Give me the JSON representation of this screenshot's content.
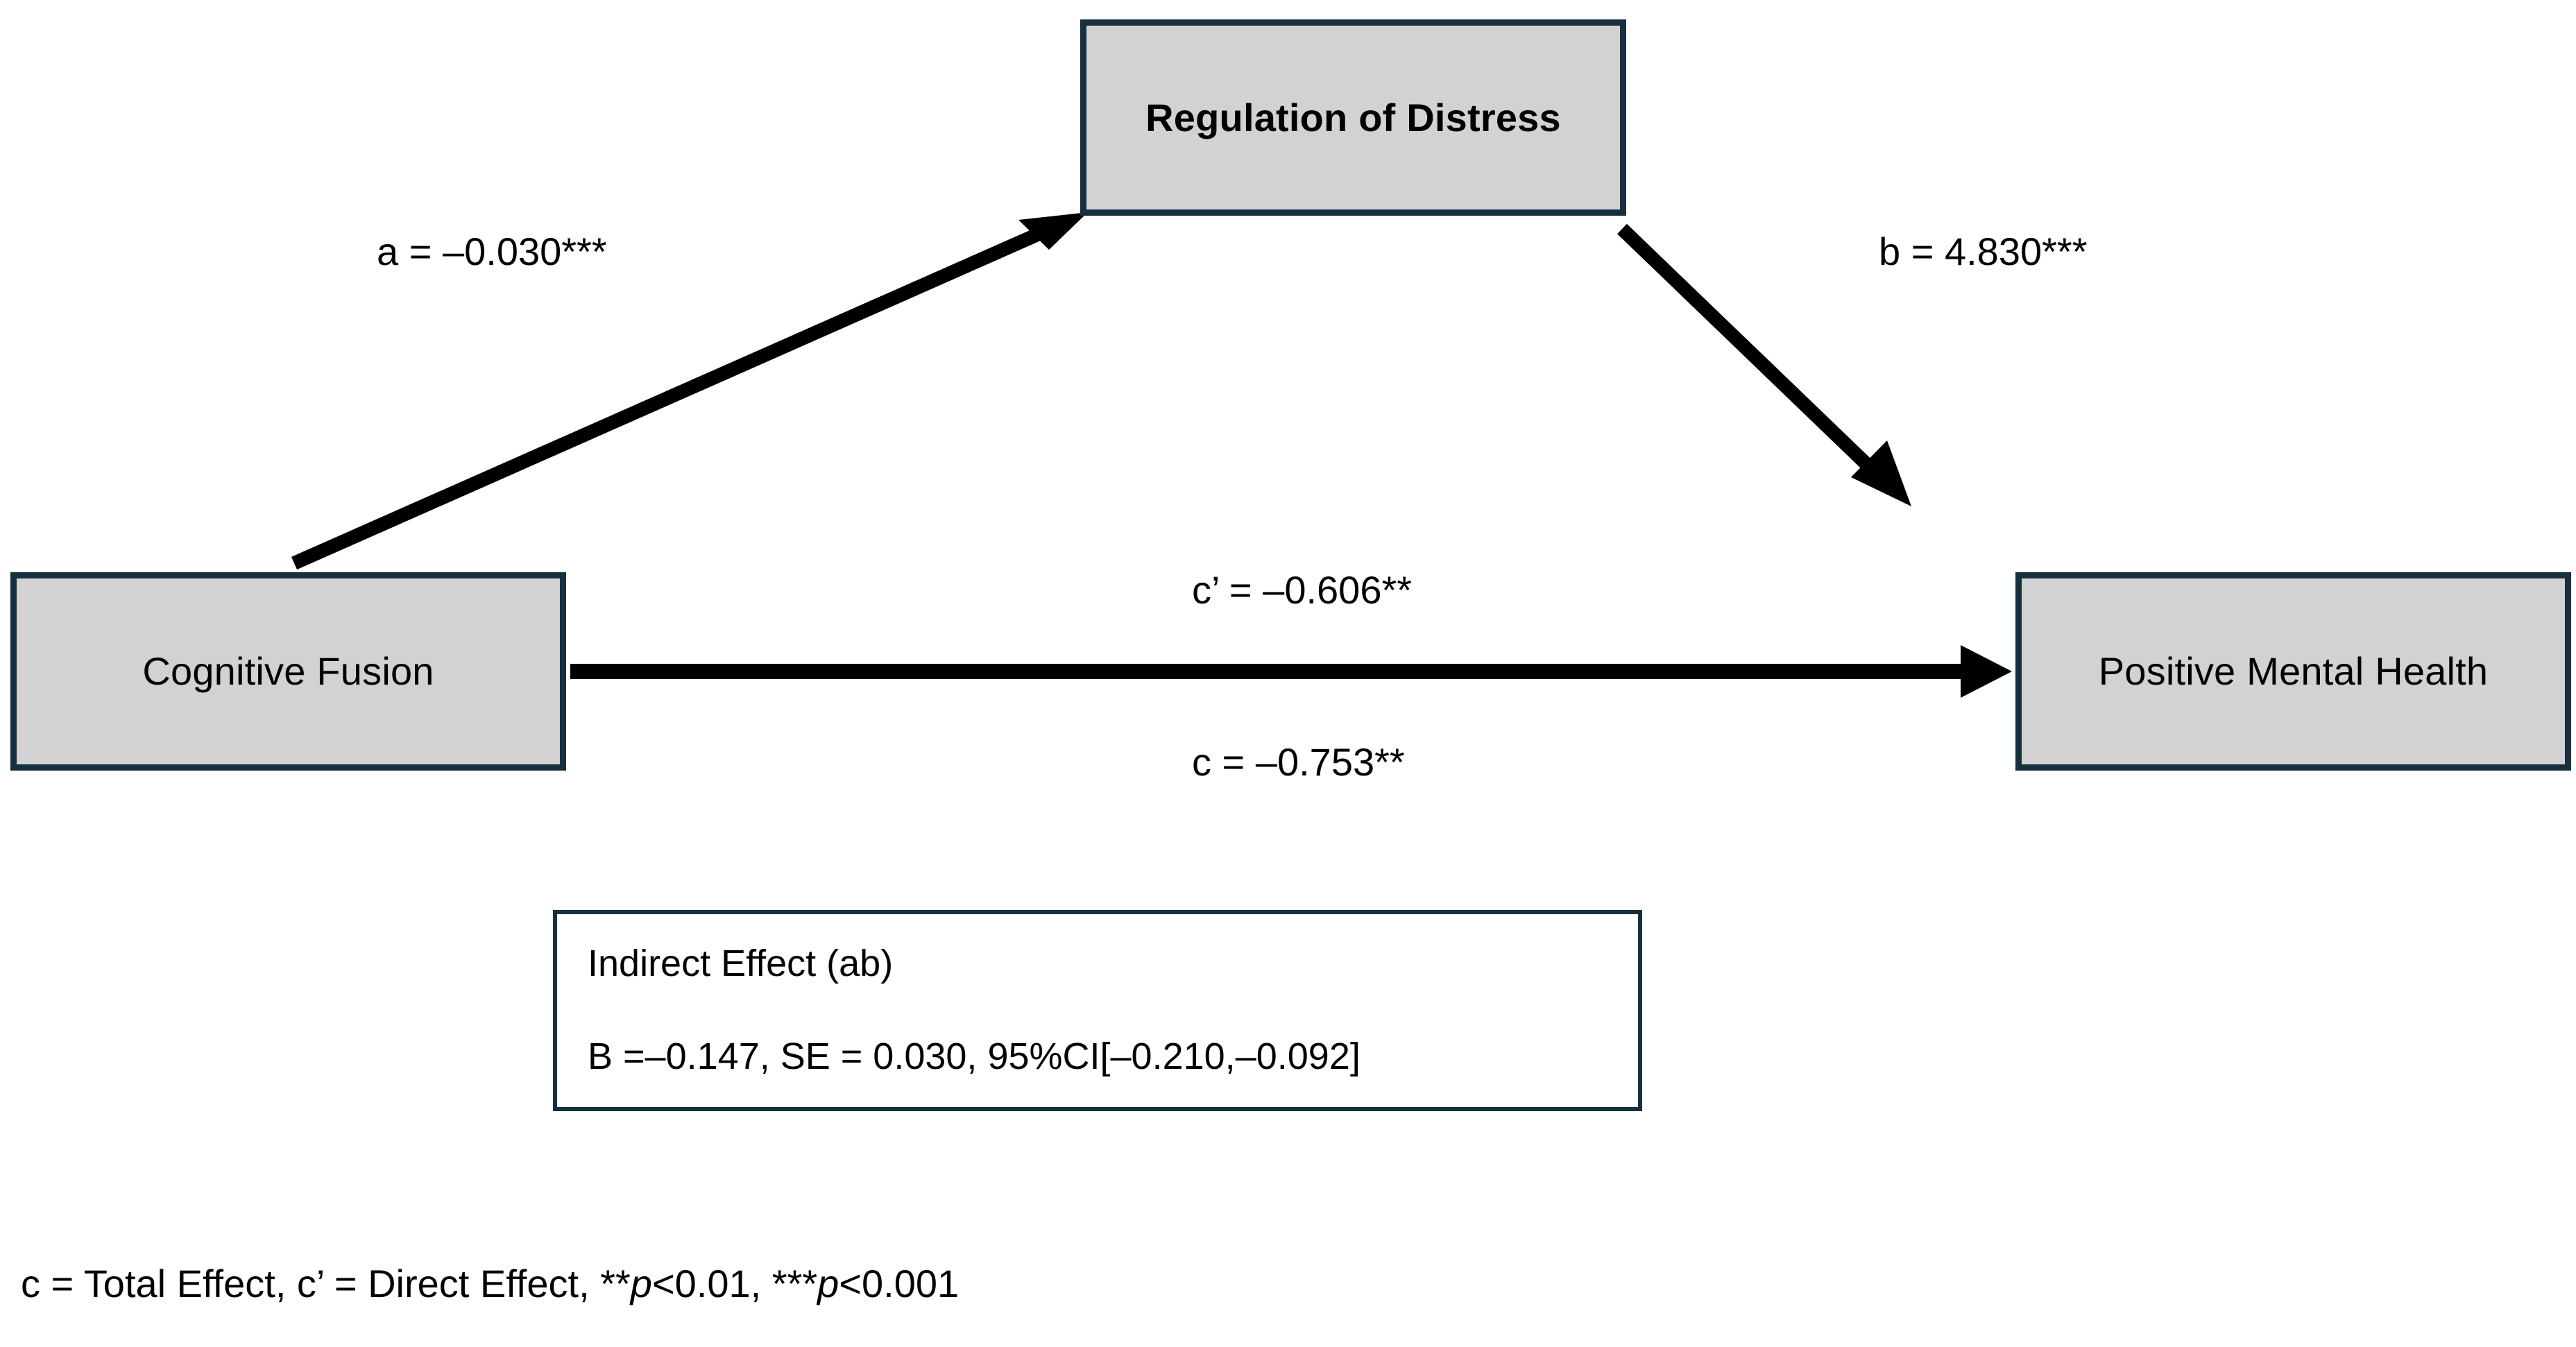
{
  "diagram": {
    "type": "mediation-path-model",
    "nodes": [
      {
        "id": "mediator",
        "label": "Regulation of Distress"
      },
      {
        "id": "predictor",
        "label": "Cognitive Fusion"
      },
      {
        "id": "outcome",
        "label": "Positive Mental Health"
      }
    ],
    "paths": [
      {
        "id": "a",
        "label": "a = –0.030***",
        "from": "predictor",
        "to": "mediator"
      },
      {
        "id": "b",
        "label": "b = 4.830***",
        "from": "mediator",
        "to": "outcome"
      },
      {
        "id": "cp",
        "label": "c’ = –0.606**",
        "from": "predictor",
        "to": "outcome"
      },
      {
        "id": "c",
        "label": "c = –0.753**",
        "from": "predictor",
        "to": "outcome"
      }
    ],
    "indirect_effect": {
      "title": "Indirect Effect (ab)",
      "statistics": "B =–0.147, SE = 0.030, 95%CI[–0.210,–0.092]"
    },
    "footnote": {
      "part_1": "c = Total Effect, c’ = Direct Effect, **",
      "italic_1": "p",
      "part_2": "<0.01, ***",
      "italic_2": "p",
      "part_3": "<0.001"
    },
    "colors": {
      "box_fill": "#d2d2d2",
      "box_border": "#16303f",
      "arrow": "#000000",
      "background": "#ffffff",
      "text": "#000000"
    }
  }
}
